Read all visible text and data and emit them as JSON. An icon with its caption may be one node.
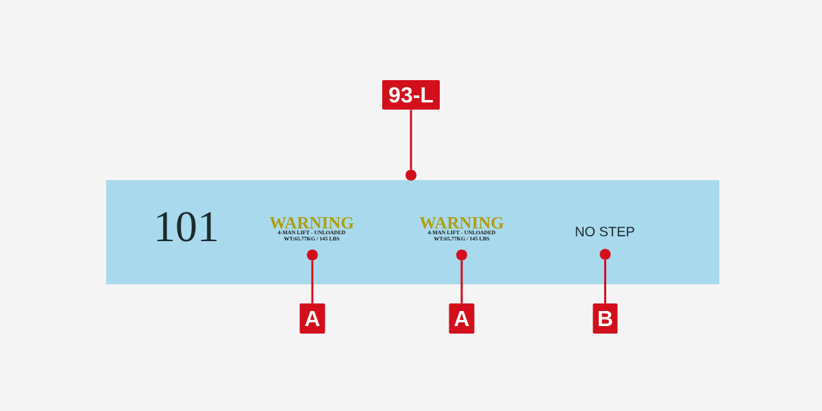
{
  "diagram": {
    "nodes": [
      {
        "text": [
          "93-L"
        ]
      },
      {
        "text": [],
        "shape": "box"
      },
      {
        "text": [
          "WARNING",
          "4-MAN LIFT - UNLOADED WT:65.77KG / 145 LBS"
        ],
        "in": 1
      },
      {
        "text": [
          "WARNING",
          "4-MAN LIFT - UNLOADED WT:65.77KG / 145 LBS"
        ],
        "in": 1
      },
      {
        "text": [
          "NO STEP"
        ],
        "in": 1
      },
      {
        "text": [
          "A"
        ]
      },
      {
        "text": [
          "A"
        ]
      },
      {
        "text": [
          "B"
        ]
      }
    ],
    "edges": [
      {
        "from": 0,
        "to": 1,
        "arrow": "other"
      },
      {
        "from": 5,
        "to": 2,
        "arrow": "other"
      },
      {
        "from": 6,
        "to": 3,
        "arrow": "other"
      },
      {
        "from": 7,
        "to": 4,
        "arrow": "other"
      }
    ],
    "labels": [
      "101"
    ]
  }
}
